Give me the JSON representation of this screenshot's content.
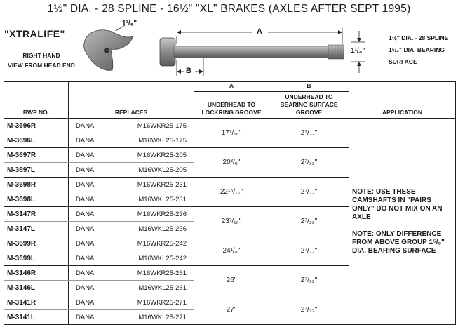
{
  "title": "1½\" DIA. - 28 SPLINE - 16½\" \"XL\" BRAKES (AXLES AFTER SEPT 1995)",
  "brand": "\"XTRALIFE\"",
  "view_note": [
    "RIGHT HAND",
    "VIEW FROM HEAD END"
  ],
  "illustration": {
    "head_dim": "1¹/₈\"",
    "dim_a": "A",
    "dim_b": "B",
    "shaft_dia": "1¹/₄\""
  },
  "spec_note": [
    "1½\" DIA. - 28 SPLINE",
    "1⁵/₈\" DIA. BEARING",
    "SURFACE"
  ],
  "table": {
    "headers": {
      "bwp": "BWP NO.",
      "replaces": "REPLACES",
      "a_letter": "A",
      "a_label": "UNDERHEAD TO LOCKRING GROOVE",
      "b_letter": "B",
      "b_label": "UNDERHEAD TO BEARING SURFACE GROOVE",
      "application": "APPLICATION"
    },
    "groups": [
      {
        "a": "17⁷/₁₆\"",
        "b": "2⁷/₃₂\"",
        "rows": [
          {
            "bwp": "M-3696R",
            "make": "DANA",
            "part": "M16WKR25-175"
          },
          {
            "bwp": "M-3696L",
            "make": "DANA",
            "part": "M16WKL25-175"
          }
        ]
      },
      {
        "a": "20³/₈\"",
        "b": "2⁷/₃₂\"",
        "rows": [
          {
            "bwp": "M-3697R",
            "make": "DANA",
            "part": "M16WKR25-205"
          },
          {
            "bwp": "M-3697L",
            "make": "DANA",
            "part": "M16WKL25-205"
          }
        ]
      },
      {
        "a": "22¹⁵/₁₆\"",
        "b": "2⁷/₃₂\"",
        "rows": [
          {
            "bwp": "M-3698R",
            "make": "DANA",
            "part": "M16WKR25-231"
          },
          {
            "bwp": "M-3698L",
            "make": "DANA",
            "part": "M16WKL25-231"
          }
        ]
      },
      {
        "a": "23⁷/₁₆\"",
        "b": "2⁷/₃₂\"",
        "rows": [
          {
            "bwp": "M-3147R",
            "make": "DANA",
            "part": "M16WKR25-236"
          },
          {
            "bwp": "M-3147L",
            "make": "DANA",
            "part": "M16WKL25-236"
          }
        ]
      },
      {
        "a": "24¹/₈\"",
        "b": "2⁷/₃₂\"",
        "rows": [
          {
            "bwp": "M-3699R",
            "make": "DANA",
            "part": "M16WKR25-242"
          },
          {
            "bwp": "M-3699L",
            "make": "DANA",
            "part": "M16WKL25-242"
          }
        ]
      },
      {
        "a": "26\"",
        "b": "2⁷/₃₂\"",
        "rows": [
          {
            "bwp": "M-3146R",
            "make": "DANA",
            "part": "M16WKR25-261"
          },
          {
            "bwp": "M-3146L",
            "make": "DANA",
            "part": "M16WKL25-261"
          }
        ]
      },
      {
        "a": "27\"",
        "b": "2⁷/₃₂\"",
        "rows": [
          {
            "bwp": "M-3141R",
            "make": "DANA",
            "part": "M16WKR25-271"
          },
          {
            "bwp": "M-3141L",
            "make": "DANA",
            "part": "M16WKL25-271"
          }
        ]
      }
    ],
    "application_notes": [
      "NOTE: USE THESE CAMSHAFTS IN \"PAIRS ONLY\" DO NOT MIX ON AN AXLE",
      "NOTE: ONLY DIFFERENCE FROM ABOVE GROUP 1⁵/₈\" DIA. BEARING SURFACE"
    ]
  },
  "colors": {
    "text": "#1a1a1a",
    "metal": "#8a8a8a",
    "border": "#222222"
  }
}
